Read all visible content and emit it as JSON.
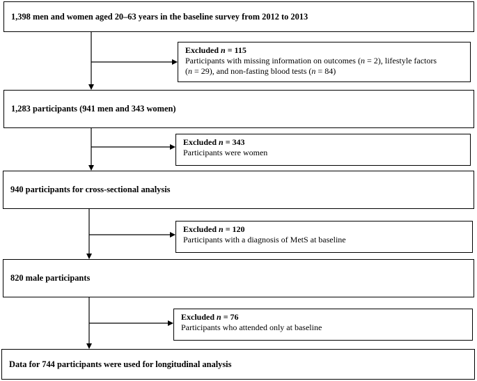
{
  "flow": {
    "main": [
      "1,398 men and women aged 20–63 years in the baseline survey from 2012 to 2013",
      "1,283 participants (941 men and 343 women)",
      "940 participants for cross-sectional analysis",
      "820 male participants",
      "Data for 744 participants were used for longitudinal analysis"
    ],
    "excluded": [
      {
        "label": "Excluded",
        "n": "115",
        "lines": [
          [
            {
              "t": "Participants with missing information on outcomes ("
            },
            {
              "t": "n",
              "i": true
            },
            {
              "t": " = 2), lifestyle factors"
            }
          ],
          [
            {
              "t": "("
            },
            {
              "t": "n",
              "i": true
            },
            {
              "t": " = 29), and non-fasting blood tests ("
            },
            {
              "t": "n",
              "i": true
            },
            {
              "t": " = 84)"
            }
          ]
        ]
      },
      {
        "label": "Excluded",
        "n": "343",
        "lines": [
          [
            {
              "t": "Participants were women"
            }
          ]
        ]
      },
      {
        "label": "Excluded",
        "n": "120",
        "lines": [
          [
            {
              "t": "Participants with a diagnosis of MetS at baseline"
            }
          ]
        ]
      },
      {
        "label": "Excluded",
        "n": "76",
        "lines": [
          [
            {
              "t": "Participants who attended only at baseline"
            }
          ]
        ]
      }
    ]
  }
}
